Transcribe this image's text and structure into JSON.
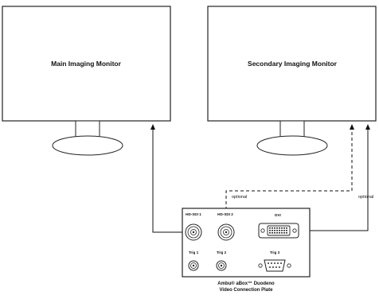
{
  "monitors": {
    "main_label": "Main Imaging Monitor",
    "secondary_label": "Secondary Imaging Monitor"
  },
  "connectors": {
    "optional_left": "optional",
    "optional_right": "optional"
  },
  "plate": {
    "hdsdi1": "HD-SDI 1",
    "hdsdi2": "HD-SDI 2",
    "dvi": "DVI",
    "trig1": "Trig 1",
    "trig2": "Trig 2",
    "trig3": "Trig 3",
    "caption_line1": "Ambu® aBox™ Duodeno",
    "caption_line2": "Video Connection Plate"
  }
}
